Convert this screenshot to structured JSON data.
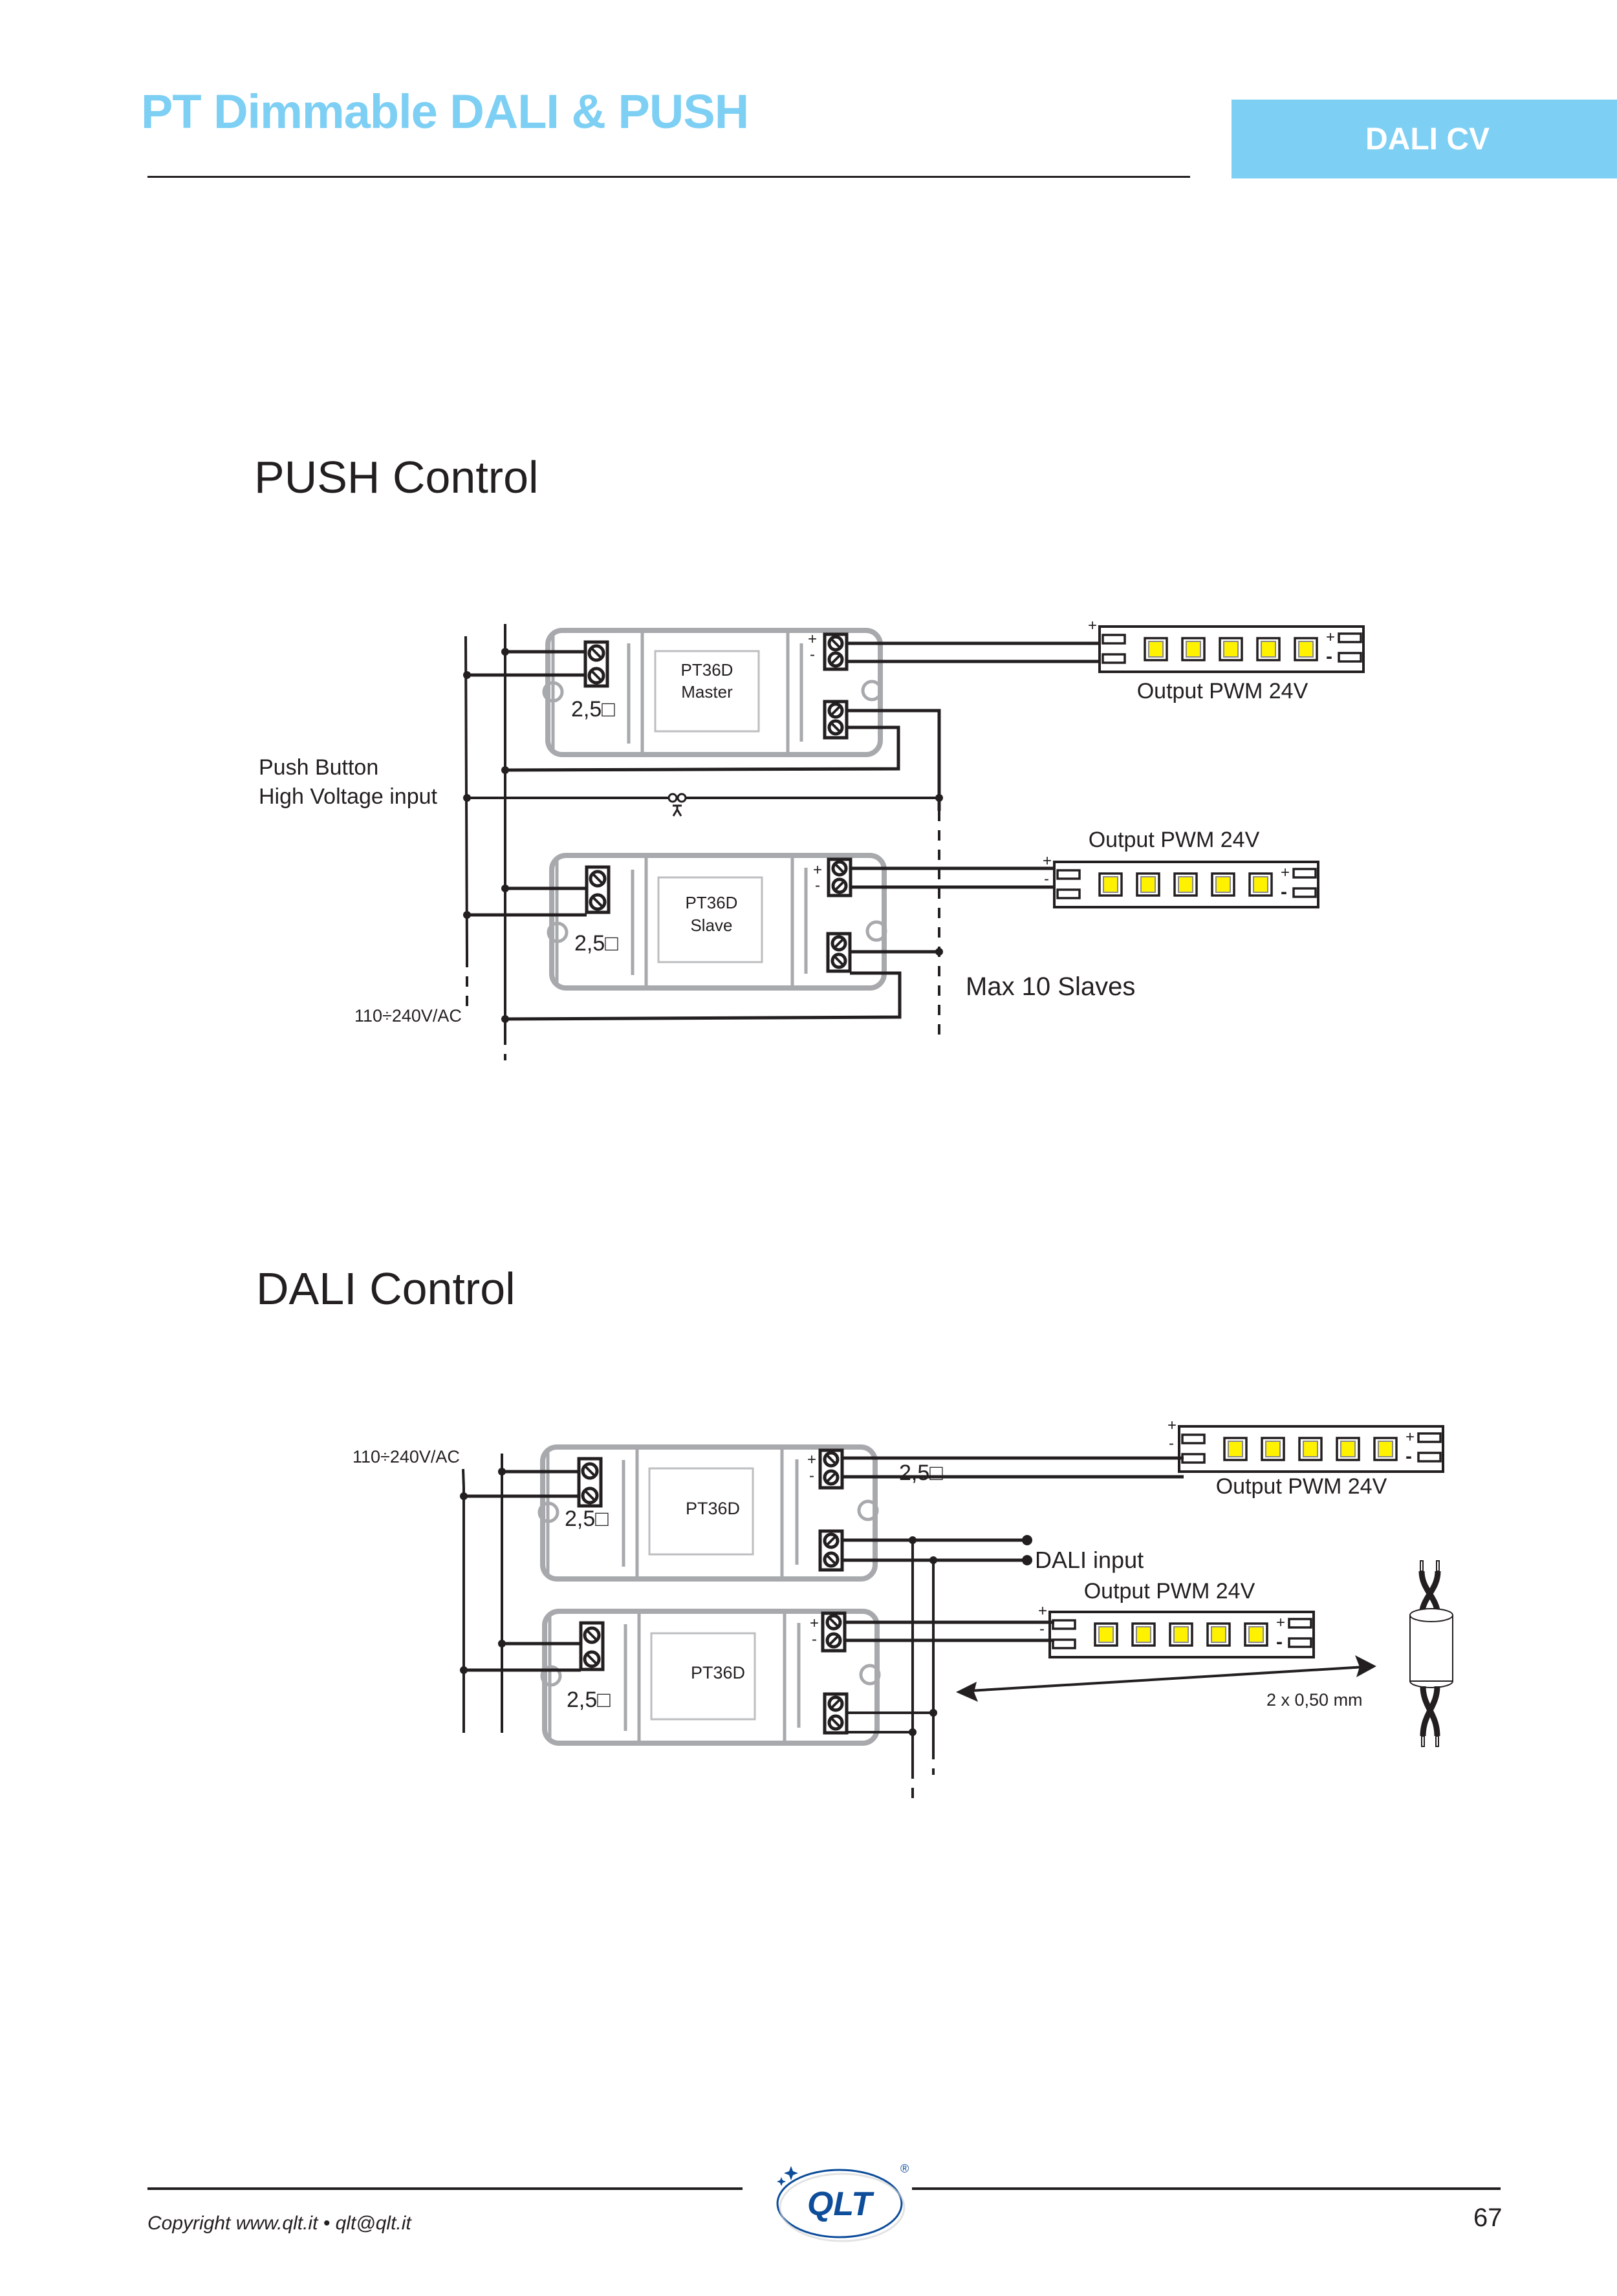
{
  "header": {
    "title": "PT Dimmable DALI & PUSH",
    "category_tab": "DALI CV",
    "accent_color": "#7dcff4"
  },
  "push_section": {
    "title": "PUSH Control",
    "push_button_label_line1": "Push Button",
    "push_button_label_line2": "High Voltage input",
    "mains_label": "110÷240V/AC",
    "max_slaves_label": "Max 10 Slaves",
    "devices": [
      {
        "model": "PT36D",
        "role": "Master",
        "wire_section": "2,5□",
        "plus": "+",
        "minus": "-"
      },
      {
        "model": "PT36D",
        "role": "Slave",
        "wire_section": "2,5□",
        "plus": "+",
        "minus": "-"
      }
    ],
    "outputs": [
      {
        "label": "Output PWM 24V",
        "plus": "+",
        "minus": "-",
        "leds": 5
      },
      {
        "label": "Output PWM 24V",
        "plus": "+",
        "minus": "-",
        "leds": 5
      }
    ]
  },
  "dali_section": {
    "title": "DALI Control",
    "mains_label": "110÷240V/AC",
    "dali_input_label": "DALI input",
    "output_wire_section": "2,5□",
    "cable_label": "2 x 0,50 mm",
    "devices": [
      {
        "model": "PT36D",
        "wire_section": "2,5□",
        "plus": "+",
        "minus": "-"
      },
      {
        "model": "PT36D",
        "wire_section": "2,5□",
        "plus": "+",
        "minus": "-"
      }
    ],
    "outputs": [
      {
        "label": "Output  PWM 24V",
        "plus": "+",
        "minus": "-",
        "leds": 5
      },
      {
        "label": "Output PWM 24V",
        "plus": "+",
        "minus": "-",
        "leds": 5
      }
    ]
  },
  "footer": {
    "copyright": "Copyright www.qlt.it  •  qlt@qlt.it",
    "page_number": "67",
    "logo_text": "QLT",
    "logo_registered": "®"
  }
}
